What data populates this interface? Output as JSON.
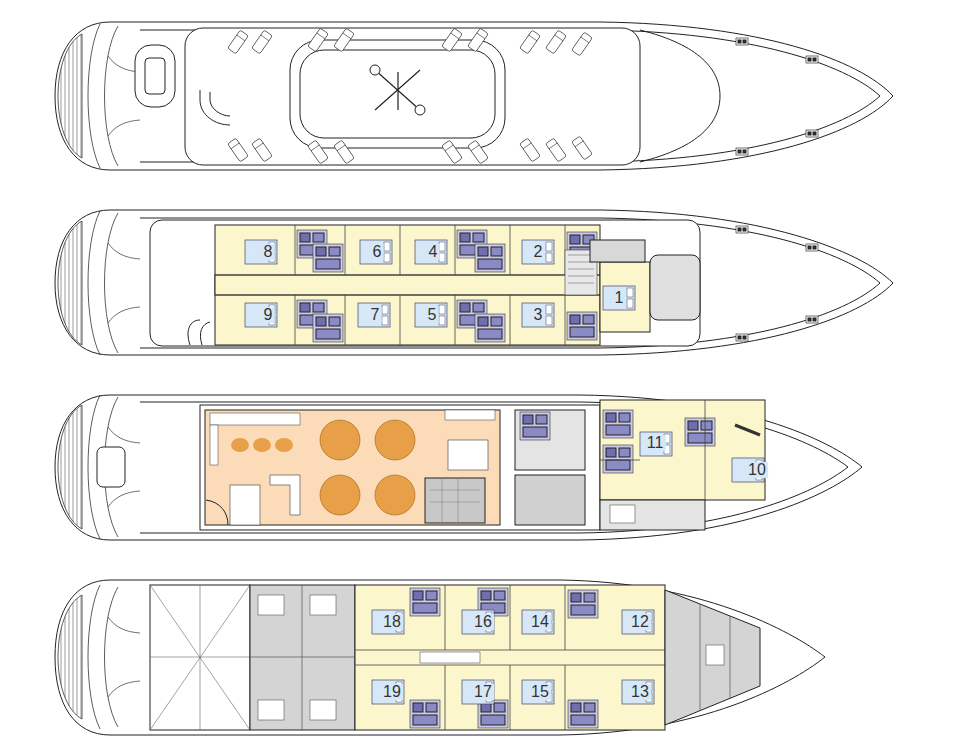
{
  "diagram": {
    "labels": [
      "8",
      "6",
      "4",
      "2",
      "1",
      "9",
      "7",
      "5",
      "3",
      "11",
      "10",
      "18",
      "16",
      "14",
      "12",
      "19",
      "17",
      "15",
      "13"
    ]
  }
}
